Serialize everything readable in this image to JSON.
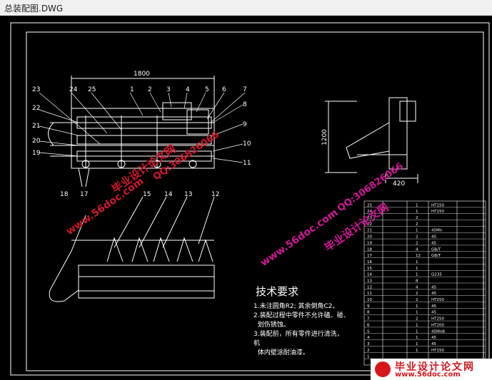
{
  "window": {
    "title": "总装配图.DWG"
  },
  "drawing": {
    "dims": {
      "width": "1800",
      "height": "1200",
      "side": "420"
    },
    "callouts_top": [
      "23",
      "24",
      "25",
      "1",
      "2",
      "3",
      "4",
      "5",
      "6",
      "7"
    ],
    "callouts_left": [
      "22",
      "21",
      "20",
      "19"
    ],
    "callouts_right": [
      "8",
      "9",
      "10",
      "11"
    ],
    "callouts_bottom": [
      "18",
      "17"
    ],
    "callouts_lower": [
      "15",
      "14",
      "13",
      "12"
    ]
  },
  "tech": {
    "heading": "技术要求",
    "items": [
      "1.未注圆角R2; 其余倒角C2。",
      "2.装配过程中零件不允许磕、碰、",
      "  划伤锈蚀。",
      "3.装配前，所有零件进行清洗，",
      "机",
      "  体内壁涂耐油漆。"
    ]
  },
  "bom": {
    "rows": [
      [
        "25",
        "",
        "1",
        "HT150"
      ],
      [
        "24",
        "",
        "1",
        "HT150"
      ],
      [
        "23",
        "",
        "2",
        ""
      ],
      [
        "22",
        "",
        "2",
        ""
      ],
      [
        "21",
        "",
        "1",
        "45Mn"
      ],
      [
        "20",
        "",
        "2",
        "45"
      ],
      [
        "19",
        "",
        "2",
        "45"
      ],
      [
        "18",
        "",
        "4",
        "GB/T"
      ],
      [
        "17",
        "",
        "12",
        "GB/T"
      ],
      [
        "16",
        "",
        "1",
        ""
      ],
      [
        "15",
        "",
        "1",
        ""
      ],
      [
        "14",
        "",
        "1",
        "Q235"
      ],
      [
        "13",
        "",
        "8",
        ""
      ],
      [
        "12",
        "",
        "4",
        "45"
      ],
      [
        "11",
        "",
        "2",
        "45"
      ],
      [
        "10",
        "",
        "2",
        "HT250"
      ],
      [
        "9",
        "",
        "1",
        "45"
      ],
      [
        "8",
        "",
        "1",
        "45"
      ],
      [
        "7",
        "",
        "2",
        "HT250"
      ],
      [
        "6",
        "",
        "1",
        "HT200"
      ],
      [
        "5",
        "",
        "1",
        "45MnB"
      ],
      [
        "4",
        "",
        "1",
        "45"
      ],
      [
        "3",
        "",
        "1",
        "45"
      ],
      [
        "2",
        "",
        "1",
        "HT150"
      ],
      [
        "1",
        "",
        "",
        ""
      ]
    ]
  },
  "watermarks": {
    "site_a": "www.56doc.com",
    "qq_a": "QQ:306826066",
    "brand_a": "毕业设计论文网",
    "site_b": "www.56doc.com",
    "qq_b": "QQ:306826066",
    "brand_b": "毕业设计论文网"
  },
  "brand": {
    "name": "毕业设计论文网",
    "url": "www.56doc.com"
  }
}
